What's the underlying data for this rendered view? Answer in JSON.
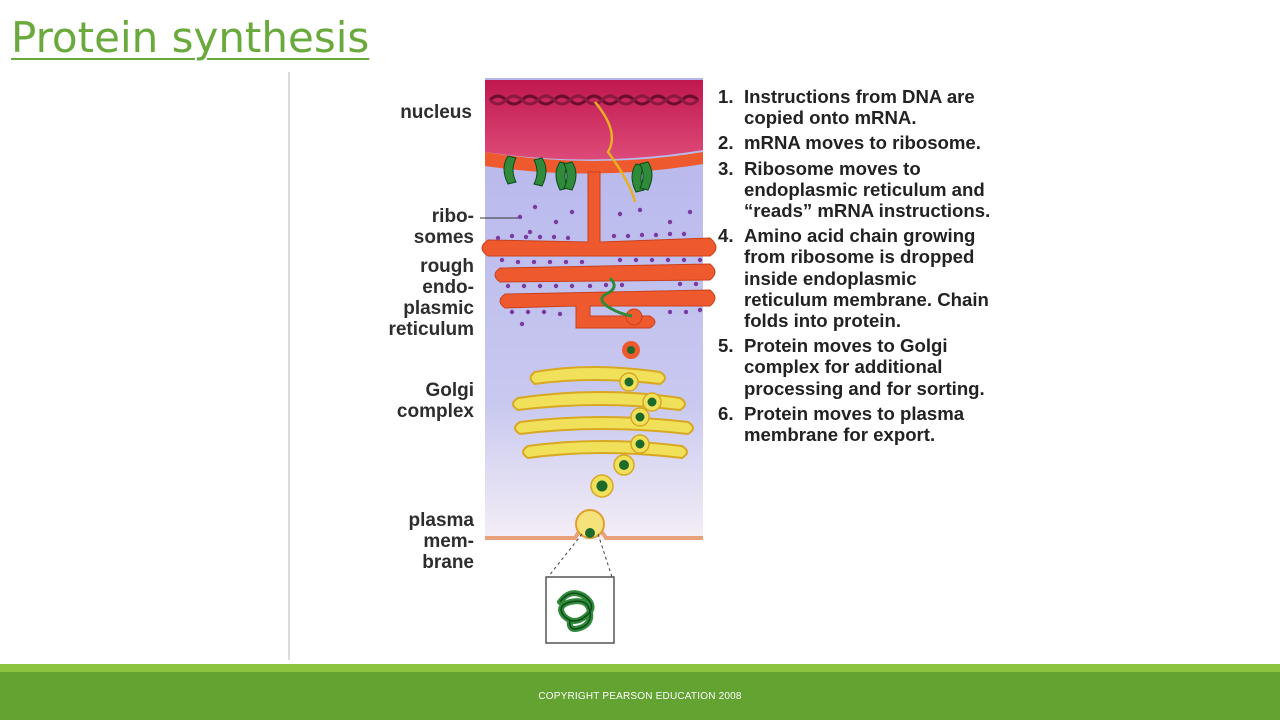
{
  "slide": {
    "title": "Protein synthesis",
    "footer": "COPYRIGHT PEARSON EDUCATION 2008"
  },
  "diagram": {
    "labels": {
      "nucleus": "nucleus",
      "ribosomes_1": "ribo-",
      "ribosomes_2": "somes",
      "rough_er_1": "rough",
      "rough_er_2": "endo-",
      "rough_er_3": "plasmic",
      "rough_er_4": "reticulum",
      "golgi_1": "Golgi",
      "golgi_2": "complex",
      "plasma_1": "plasma",
      "plasma_2": "mem-",
      "plasma_3": "brane"
    },
    "steps": [
      {
        "num": "1.",
        "text": "Instructions from DNA are copied onto mRNA."
      },
      {
        "num": "2.",
        "text": "mRNA moves to ribosome."
      },
      {
        "num": "3.",
        "text": "Ribosome moves to endoplasmic reticulum and “reads” mRNA instructions."
      },
      {
        "num": "4.",
        "text": "Amino acid chain growing from ribosome is dropped inside endoplasmic reticulum membrane. Chain folds into protein."
      },
      {
        "num": "5.",
        "text": "Protein moves to Golgi complex for additional processing and for sorting."
      },
      {
        "num": "6.",
        "text": "Protein moves to plasma membrane for export."
      }
    ],
    "colors": {
      "nucleus": "#c8245a",
      "cytoplasm": "#b8b8ec",
      "er": "#ee5a2e",
      "golgi": "#f1e05a",
      "protein": "#2f8a3a",
      "ribosome": "#7a3aa0"
    }
  }
}
